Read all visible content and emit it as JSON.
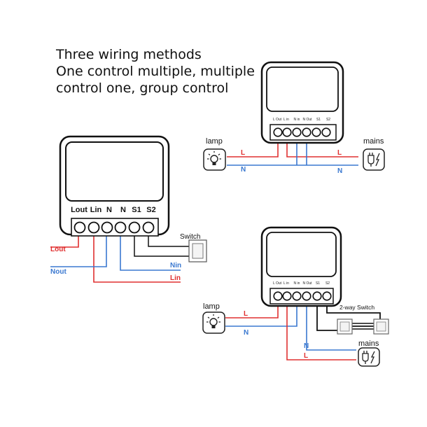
{
  "heading": {
    "line1": "Three wiring methods",
    "line2": "One control multiple, multiple",
    "line3": "control one, group control"
  },
  "colors": {
    "live": "#e03030",
    "neutral": "#3a78d0",
    "device_stroke": "#111111",
    "switch_wire": "#111111"
  },
  "diagram_left": {
    "terminals": [
      "Lout",
      "Lin",
      "N",
      "N",
      "S1",
      "S2"
    ],
    "wire_labels": {
      "lout": "Lout",
      "nout": "Nout",
      "nin": "Nin",
      "lin": "Lin"
    },
    "switch_label": "Switch"
  },
  "diagram_top_right": {
    "terminals": [
      "L Out",
      "L in",
      "N in",
      "N Out",
      "S1",
      "S2"
    ],
    "lamp_label": "lamp",
    "mains_label": "mains",
    "wire_labels": {
      "l_left": "L",
      "n_left": "N",
      "l_right": "L",
      "n_right": "N"
    }
  },
  "diagram_bottom_right": {
    "terminals": [
      "L Out",
      "L in",
      "N in",
      "N Out",
      "S1",
      "S2"
    ],
    "lamp_label": "lamp",
    "mains_label": "mains",
    "switch_label": "2-way Switch",
    "wire_labels": {
      "l_lamp": "L",
      "n_lamp": "N",
      "n_mains": "N",
      "l_mains": "L"
    }
  }
}
